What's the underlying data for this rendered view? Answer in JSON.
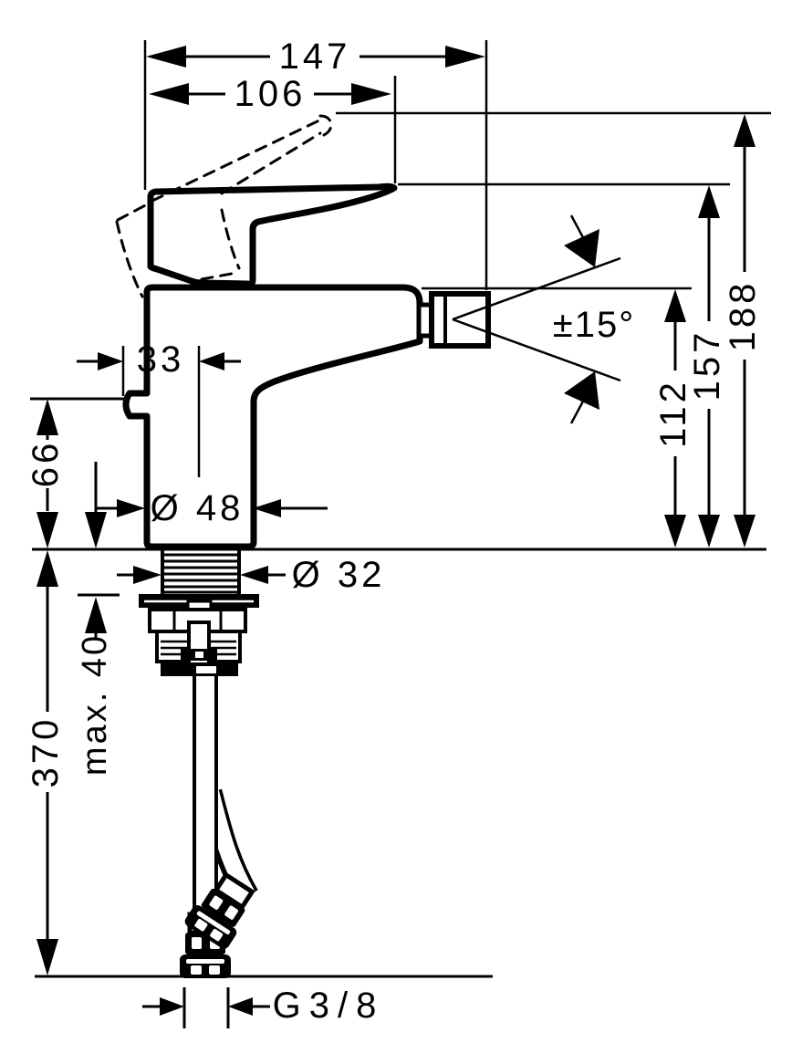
{
  "labels": {
    "width_total": "147",
    "width_spout": "106",
    "spray_offset": "33",
    "spray_height": "66",
    "base_diameter": "Ø 48",
    "shank_diameter": "Ø 32",
    "max_mounting_thickness": "max. 40",
    "hose_length": "370",
    "aerator_height": "112",
    "spout_tip_height": "157",
    "total_height": "188",
    "swivel_angle": "±15°",
    "connection_thread": "G3/8"
  },
  "colors": {
    "line": "#000000",
    "background": "#ffffff"
  }
}
